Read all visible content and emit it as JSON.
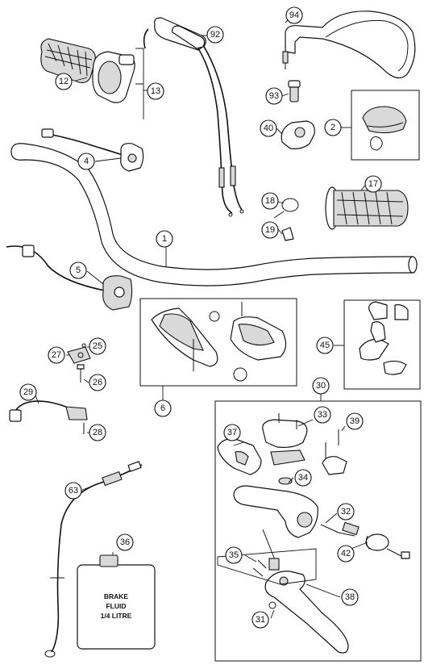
{
  "callouts": {
    "c94": "94",
    "c92": "92",
    "c12": "12",
    "c13": "13",
    "c93": "93",
    "c40": "40",
    "c2": "2",
    "c4": "4",
    "c17": "17",
    "c18": "18",
    "c19": "19",
    "c1": "1",
    "c5": "5",
    "c45": "45",
    "c27": "27",
    "c25": "25",
    "c26": "26",
    "c6": "6",
    "c29": "29",
    "c28": "28",
    "c30": "30",
    "c33": "33",
    "c39": "39",
    "c37": "37",
    "c34": "34",
    "c32": "32",
    "c35": "35",
    "c42": "42",
    "c38": "38",
    "c31": "31",
    "c63": "63",
    "c36": "36"
  },
  "bottle_label": {
    "line1": "BRAKE",
    "line2": "FLUID",
    "line3": "1/4 LITRE"
  }
}
